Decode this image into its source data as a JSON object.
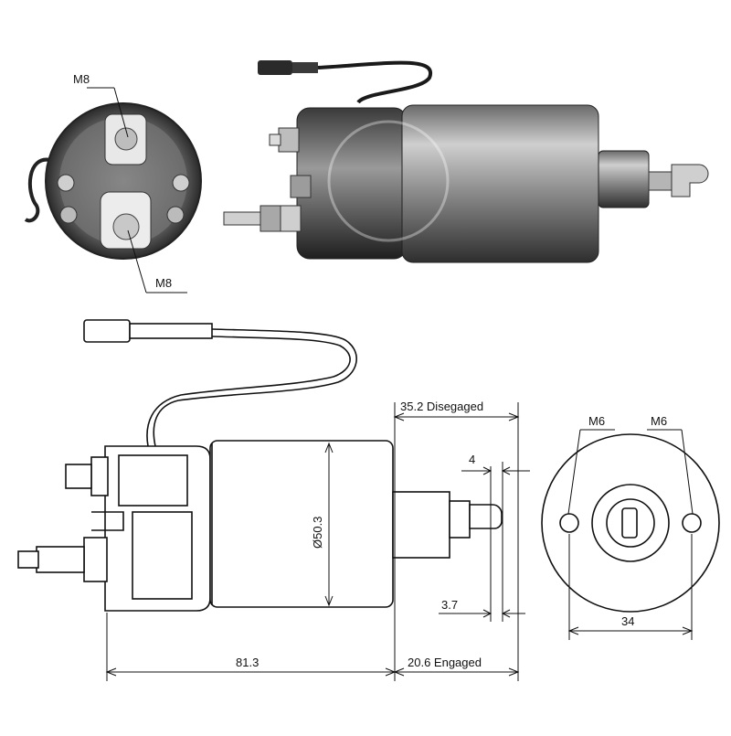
{
  "top_photos": {
    "end_view_labels": {
      "upper_terminal": "M8",
      "lower_terminal": "M8"
    }
  },
  "side_drawing": {
    "dimensions": {
      "body_length": "81.3",
      "diameter": "Ø50.3",
      "plunger_disengaged": "35.2 Disegaged",
      "plunger_engaged": "20.6 Engaged",
      "hook_width": "4",
      "hook_offset": "3.7"
    }
  },
  "end_drawing": {
    "dimensions": {
      "hole_left": "M6",
      "hole_right": "M6",
      "hole_spacing": "34"
    }
  },
  "colors": {
    "line": "#111111",
    "metal_light": "#d9d9d9",
    "metal_dark": "#4a4a4a",
    "background": "#ffffff"
  }
}
